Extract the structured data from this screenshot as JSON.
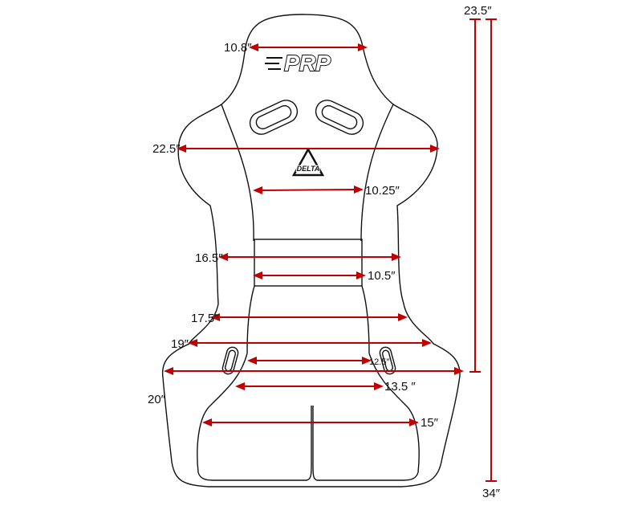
{
  "brand": {
    "logo_text": "PRP",
    "badge_text": "DELTA"
  },
  "colors": {
    "dimension_line": "#c00000",
    "outline": "#111111",
    "background": "#ffffff"
  },
  "units": "inches",
  "dimensions": {
    "head_width": "10.8″",
    "shoulder_width": "22.5″",
    "upper_back_width": "10.25″",
    "mid_back_outer": "16.5″",
    "mid_back_inner": "10.5″",
    "lower_back_width": "17.5″",
    "hip_width": "19″",
    "hip_inner": "12.5″",
    "seat_width": "20″",
    "seat_inner": "13.5 ″",
    "front_seat_width": "15″",
    "back_height": "23.5″",
    "total_height": "34″"
  }
}
